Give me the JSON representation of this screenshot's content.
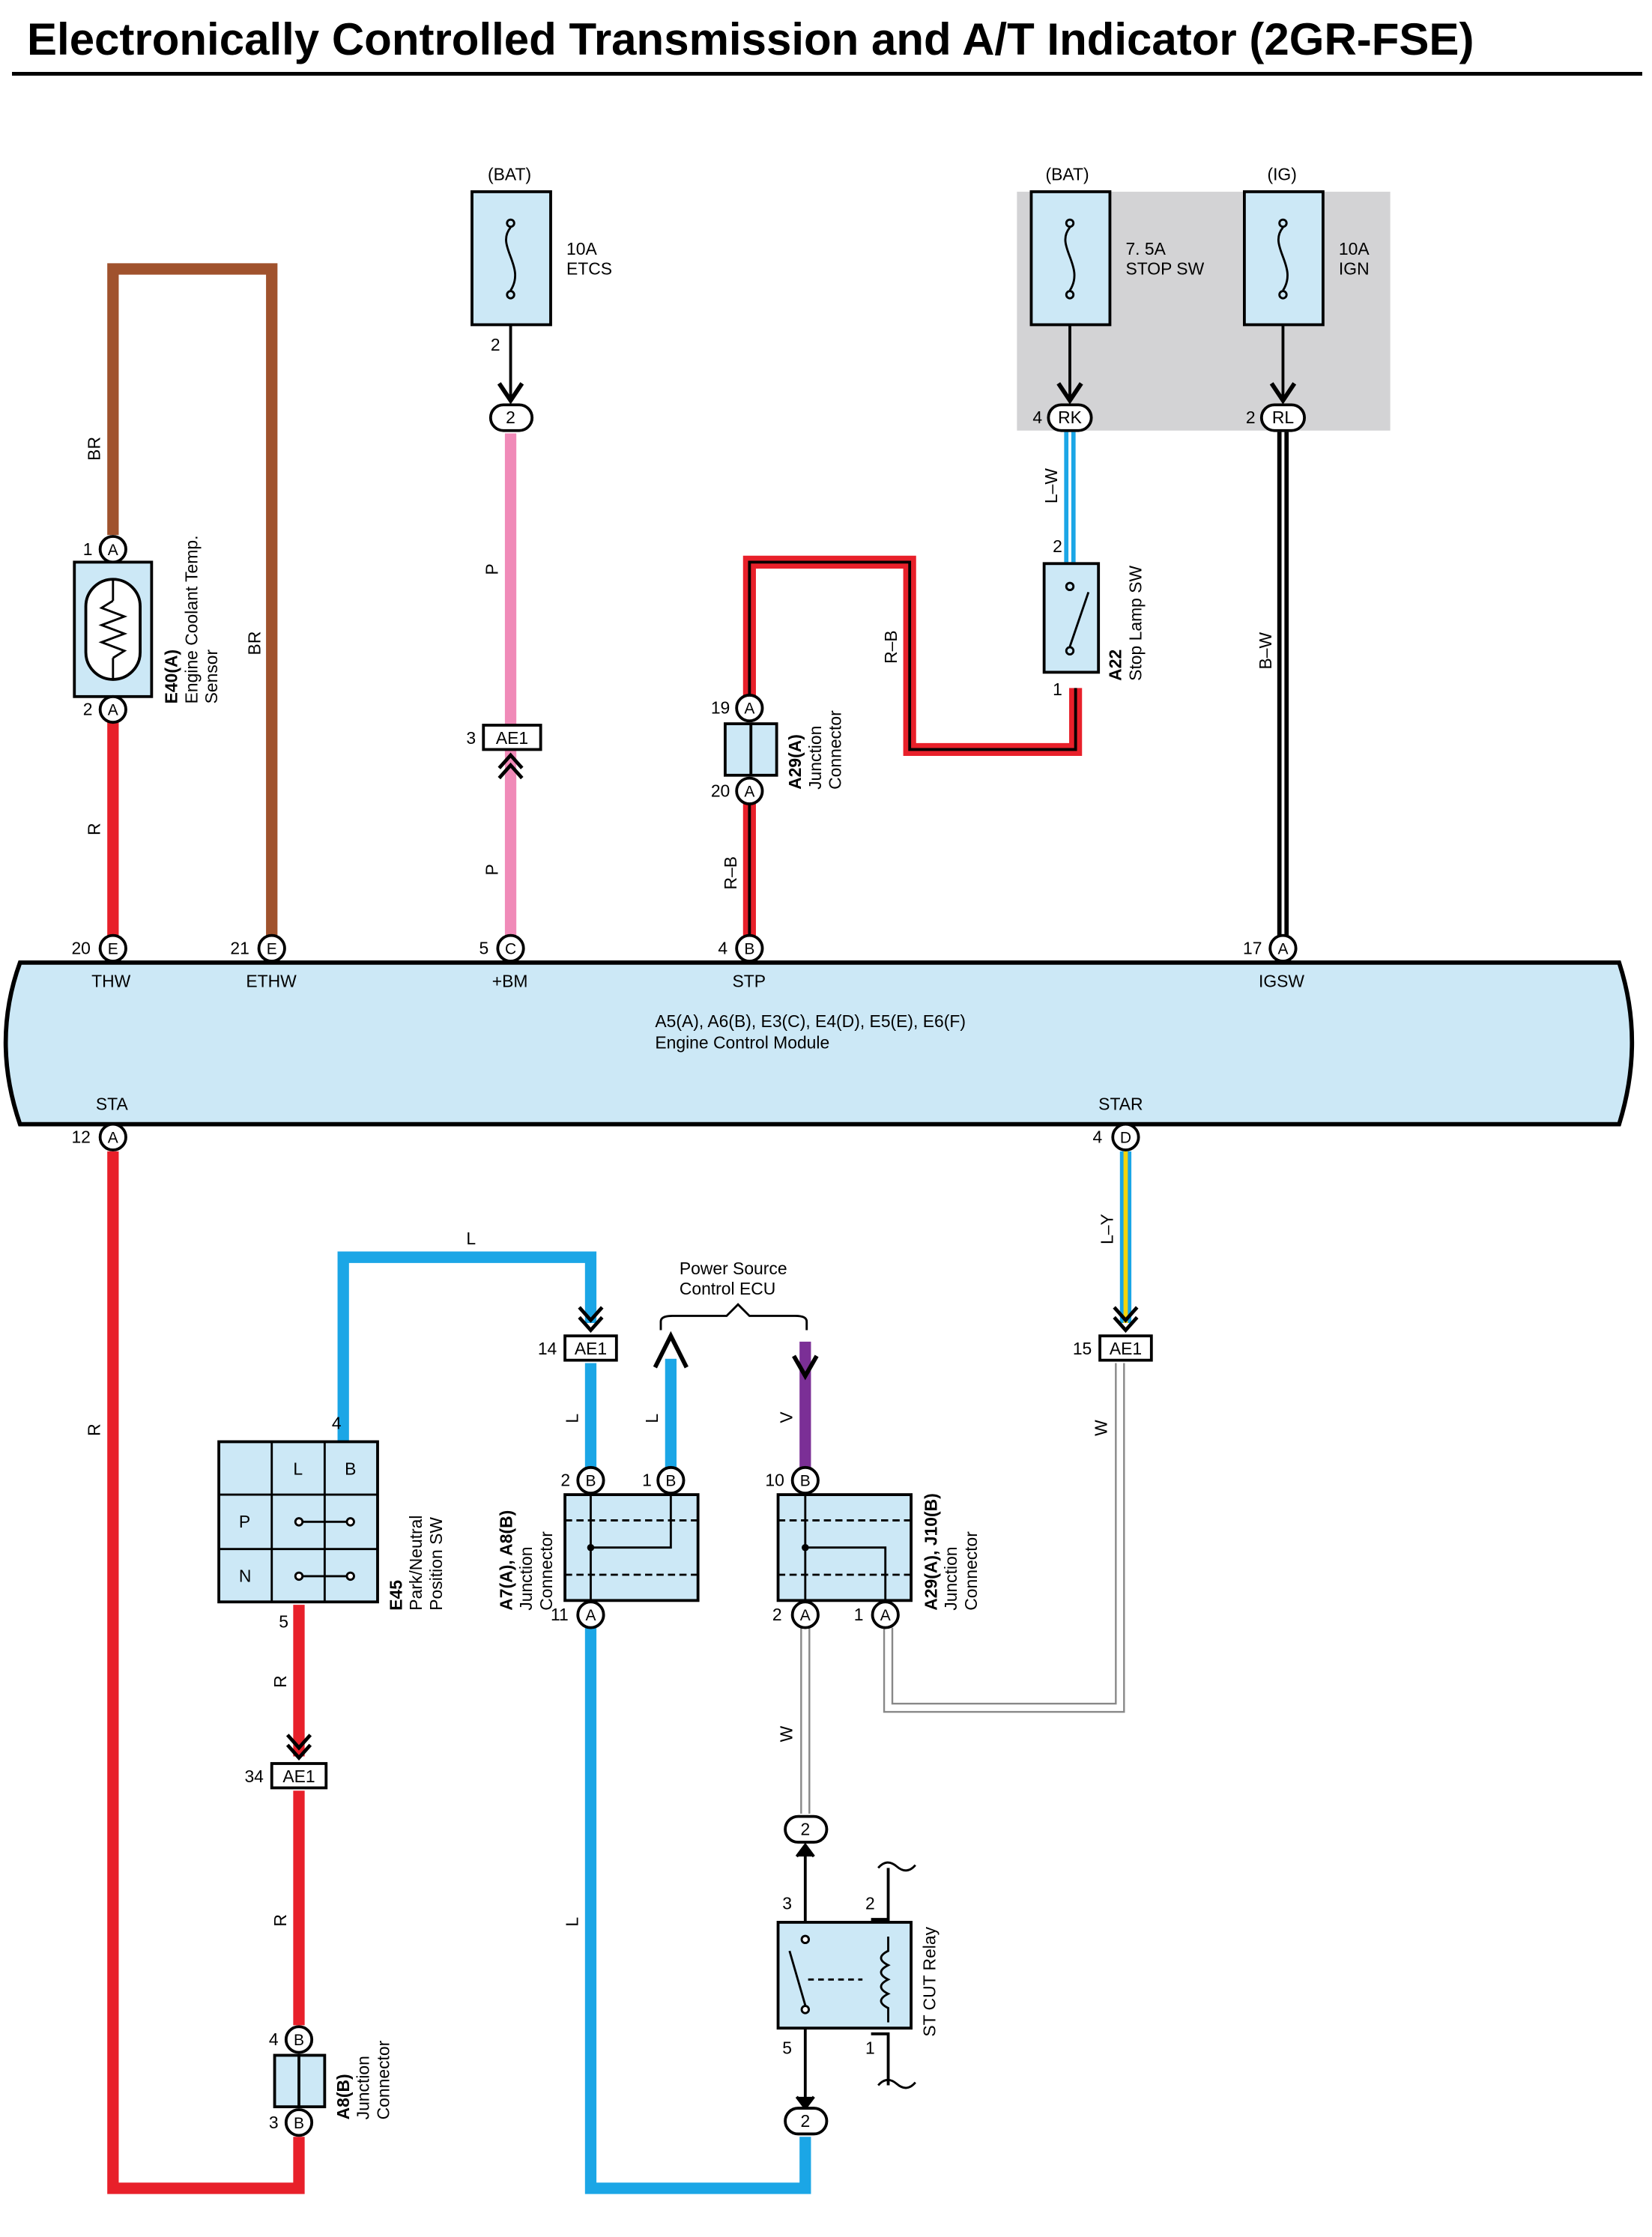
{
  "title": "Electronically Controlled Transmission and A/T Indicator (2GR-FSE)",
  "fuses": {
    "etcs": {
      "source": "(BAT)",
      "rating": "10A",
      "name": "ETCS",
      "pin": "2"
    },
    "stop_sw": {
      "source": "(BAT)",
      "rating": "7. 5A",
      "name": "STOP SW"
    },
    "ign": {
      "source": "(IG)",
      "rating": "10A",
      "name": "IGN"
    }
  },
  "connectors": {
    "c2_etcs": {
      "pin": "2"
    },
    "rk": {
      "pin": "4",
      "label": "RK"
    },
    "rl": {
      "pin": "2",
      "label": "RL"
    },
    "ae1_3": {
      "pin": "3",
      "label": "AE1"
    },
    "ae1_14": {
      "pin": "14",
      "label": "AE1"
    },
    "ae1_15": {
      "pin": "15",
      "label": "AE1"
    },
    "ae1_34": {
      "pin": "34",
      "label": "AE1"
    },
    "c2_relay_top": {
      "pin": "2"
    },
    "c2_relay_bottom": {
      "pin": "2"
    }
  },
  "wires": {
    "br_left": "BR",
    "br_right": "BR",
    "r_e40": "R",
    "p_upper": "P",
    "p_lower": "P",
    "lw": "L–W",
    "rb_upper": "R–B",
    "rb_lower": "R–B",
    "bw": "B–W",
    "r_sta": "R",
    "l_top": "L",
    "l_ae1": "L",
    "l_up": "L",
    "l_long": "L",
    "v": "V",
    "ly": "L–Y",
    "w_right": "W",
    "w_mid": "W",
    "r_e45": "R",
    "r_e45_lower": "R"
  },
  "components": {
    "e40": {
      "id": "E40(A)",
      "name_1": "Engine Coolant Temp.",
      "name_2": "Sensor",
      "pin_top": "1",
      "pin_top_letter": "A",
      "pin_bottom": "2",
      "pin_bottom_letter": "A"
    },
    "a29": {
      "id": "A29(A)",
      "name_1": "Junction",
      "name_2": "Connector",
      "pin_top": "19",
      "pin_top_letter": "A",
      "pin_bottom": "20",
      "pin_bottom_letter": "A"
    },
    "a22": {
      "id": "A22",
      "name": "Stop Lamp SW",
      "pin_top": "2",
      "pin_bottom": "1"
    },
    "e45": {
      "id": "E45",
      "name_1": "Park/Neutral",
      "name_2": "Position SW",
      "pin_4": "4",
      "pin_5": "5",
      "col_l": "L",
      "col_b": "B",
      "row_p": "P",
      "row_n": "N"
    },
    "a8": {
      "id": "A8(B)",
      "name_1": "Junction",
      "name_2": "Connector",
      "pin_top": "4",
      "pin_top_letter": "B",
      "pin_bottom": "3",
      "pin_bottom_letter": "B"
    },
    "a7a8": {
      "id": "A7(A), A8(B)",
      "name_1": "Junction",
      "name_2": "Connector",
      "pin_2": "2",
      "pin_2_letter": "B",
      "pin_1": "1",
      "pin_1_letter": "B",
      "pin_11": "11",
      "pin_11_letter": "A"
    },
    "a29j10": {
      "id": "A29(A), J10(B)",
      "name_1": "Junction",
      "name_2": "Connector",
      "pin_10": "10",
      "pin_10_letter": "B",
      "pin_2": "2",
      "pin_2_letter": "A",
      "pin_1": "1",
      "pin_1_letter": "A"
    },
    "relay": {
      "name": "ST CUT Relay",
      "pin_3": "3",
      "pin_2": "2",
      "pin_5": "5",
      "pin_1": "1"
    },
    "psc": {
      "name_1": "Power Source",
      "name_2": "Control ECU"
    }
  },
  "ecm": {
    "ids": "A5(A), A6(B), E3(C), E4(D), E5(E), E6(F)",
    "name": "Engine Control Module",
    "terminals_top": [
      {
        "num": "20",
        "letter": "E",
        "name": "THW"
      },
      {
        "num": "21",
        "letter": "E",
        "name": "ETHW"
      },
      {
        "num": "5",
        "letter": "C",
        "name": "+BM"
      },
      {
        "num": "4",
        "letter": "B",
        "name": "STP"
      },
      {
        "num": "17",
        "letter": "A",
        "name": "IGSW"
      }
    ],
    "terminals_bottom": [
      {
        "num": "12",
        "letter": "A",
        "name": "STA"
      },
      {
        "num": "4",
        "letter": "D",
        "name": "STAR"
      }
    ]
  },
  "colors": {
    "red": "#e8202a",
    "brown": "#a0522d",
    "pink": "#f08ab8",
    "blue": "#1ba6e6",
    "violet": "#7b2f96",
    "yellow": "#f5d40a",
    "component_fill": "#cce8f6",
    "shade": "#d3d3d5"
  }
}
